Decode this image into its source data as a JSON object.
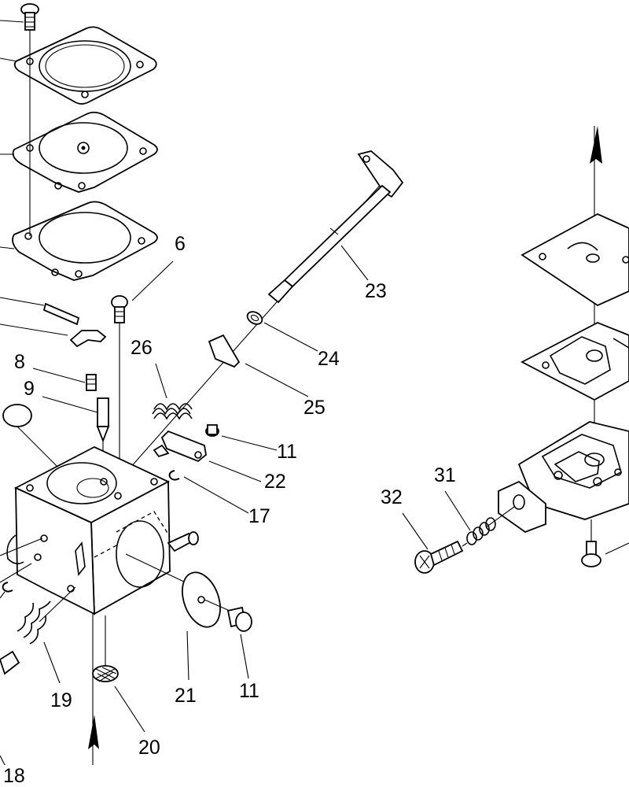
{
  "callouts": {
    "c6": "6",
    "c8": "8",
    "c9": "9",
    "c11a": "11",
    "c11b": "11",
    "c17": "17",
    "c18": "18",
    "c19": "19",
    "c20": "20",
    "c21": "21",
    "c22": "22",
    "c23": "23",
    "c24": "24",
    "c25": "25",
    "c26": "26",
    "c31": "31",
    "c32": "32"
  }
}
